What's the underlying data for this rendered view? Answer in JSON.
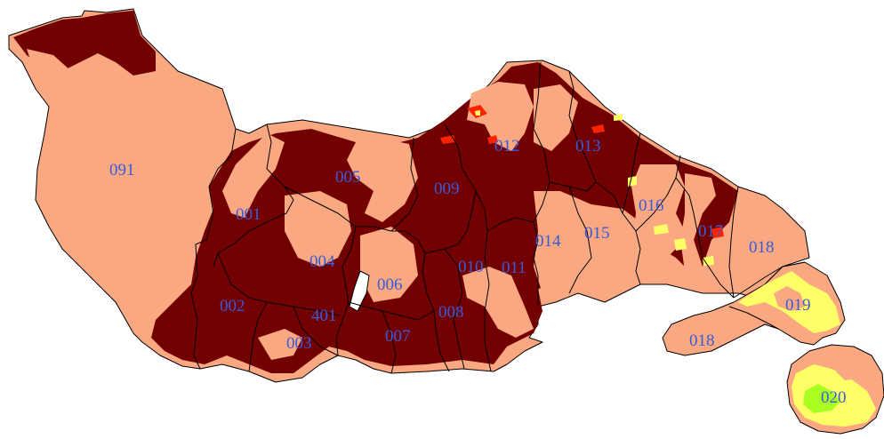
{
  "legend_colors": {
    "low": "#f9a882",
    "high": "#730000",
    "very_high": "#ff2200",
    "warning": "#ffff66",
    "vegetation": "#aaff22"
  },
  "zones": [
    {
      "id": "z091",
      "label": "091"
    },
    {
      "id": "z001",
      "label": "001"
    },
    {
      "id": "z002",
      "label": "002"
    },
    {
      "id": "z003",
      "label": "003"
    },
    {
      "id": "z004",
      "label": "004"
    },
    {
      "id": "z005",
      "label": "005"
    },
    {
      "id": "z006",
      "label": "006"
    },
    {
      "id": "z007",
      "label": "007"
    },
    {
      "id": "z008",
      "label": "008"
    },
    {
      "id": "z009",
      "label": "009"
    },
    {
      "id": "z010",
      "label": "010"
    },
    {
      "id": "z011",
      "label": "011"
    },
    {
      "id": "z012",
      "label": "012"
    },
    {
      "id": "z013",
      "label": "013"
    },
    {
      "id": "z014",
      "label": "014"
    },
    {
      "id": "z015",
      "label": "015"
    },
    {
      "id": "z016",
      "label": "016"
    },
    {
      "id": "z017",
      "label": "017"
    },
    {
      "id": "z018a",
      "label": "018"
    },
    {
      "id": "z018b",
      "label": "018"
    },
    {
      "id": "z019",
      "label": "019"
    },
    {
      "id": "z020",
      "label": "020"
    },
    {
      "id": "z401",
      "label": "401"
    }
  ]
}
